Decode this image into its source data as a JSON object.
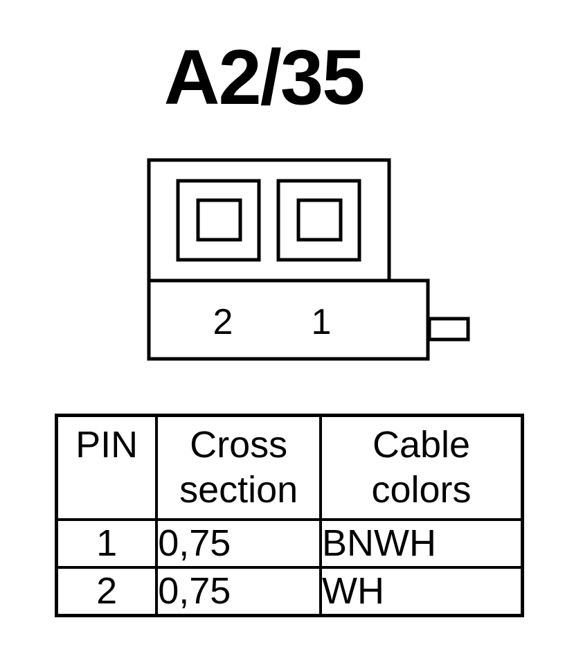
{
  "title": "A2/35",
  "connector": {
    "pin_labels": [
      "2",
      "1"
    ]
  },
  "table": {
    "headers": {
      "pin": "PIN",
      "cross_section_line1": "Cross",
      "cross_section_line2": "section",
      "cable_colors_line1": "Cable",
      "cable_colors_line2": "colors"
    },
    "rows": [
      {
        "pin": "1",
        "cross_section": "0,75",
        "cable_colors": "BNWH"
      },
      {
        "pin": "2",
        "cross_section": "0,75",
        "cable_colors": "WH"
      }
    ]
  }
}
